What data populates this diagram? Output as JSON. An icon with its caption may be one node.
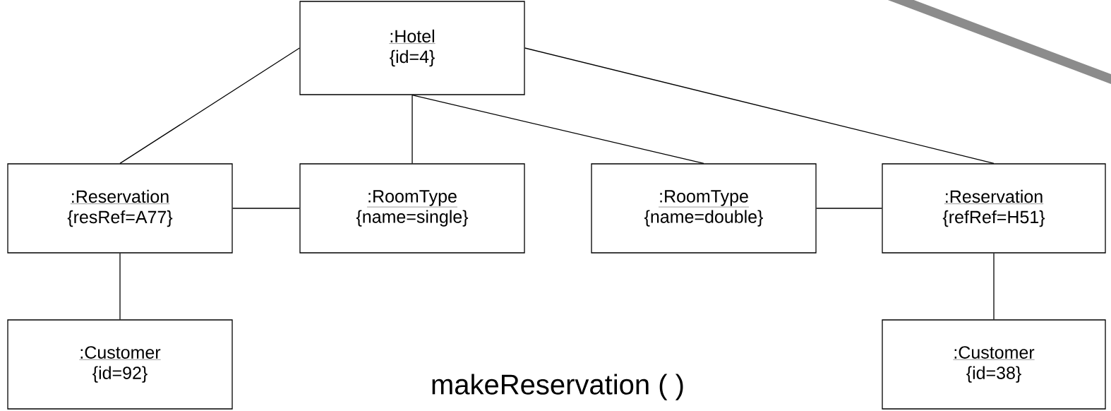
{
  "diagram": {
    "nodes": [
      {
        "text": [
          ":Hotel",
          "{id=4}"
        ]
      },
      {
        "text": [
          ":Reservation",
          "{resRef=A77}"
        ]
      },
      {
        "text": [
          ":RoomType",
          "{name=single}"
        ]
      },
      {
        "text": [
          ":RoomType",
          "{name=double}"
        ]
      },
      {
        "text": [
          ":Reservation",
          "{refRef=H51}"
        ]
      },
      {
        "text": [
          ":Customer",
          "{id=92}"
        ]
      },
      {
        "text": [
          ":Customer",
          "{id=38}"
        ]
      }
    ],
    "edges": [
      {
        "from": 0,
        "to": 1,
        "arrow": "none"
      },
      {
        "from": 0,
        "to": 2,
        "arrow": "none"
      },
      {
        "from": 0,
        "to": 3,
        "arrow": "none"
      },
      {
        "from": 0,
        "to": 4,
        "arrow": "none"
      },
      {
        "from": 1,
        "to": 2,
        "arrow": "none"
      },
      {
        "from": 3,
        "to": 4,
        "arrow": "none"
      },
      {
        "from": 1,
        "to": 5,
        "arrow": "none"
      },
      {
        "from": 4,
        "to": 6,
        "arrow": "none"
      }
    ],
    "labels": [
      "makeReservation ( )"
    ]
  }
}
